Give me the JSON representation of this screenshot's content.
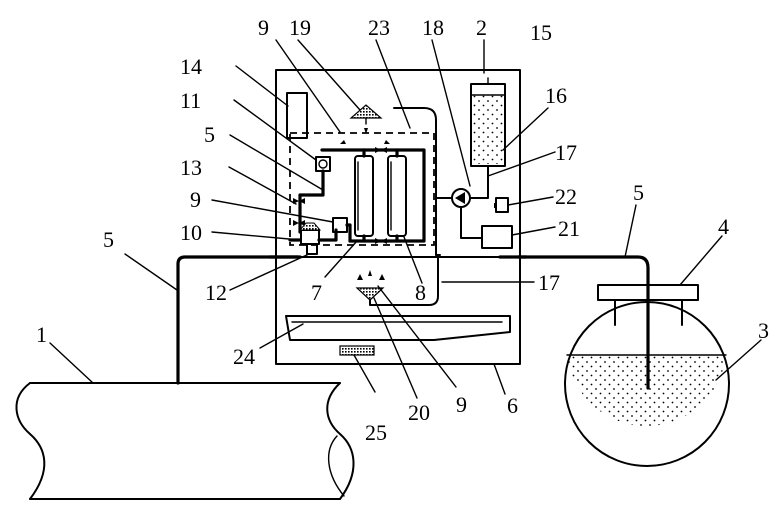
{
  "labels": {
    "l1": "1",
    "l2": "2",
    "l3": "3",
    "l4": "4",
    "l5_left": "5",
    "l5_mid": "5",
    "l5_right": "5",
    "l6": "6",
    "l7": "7",
    "l8": "8",
    "l9_top": "9",
    "l9_mid": "9",
    "l9_bottom": "9",
    "l10": "10",
    "l11": "11",
    "l12": "12",
    "l13": "13",
    "l14": "14",
    "l15": "15",
    "l16": "16",
    "l17_top": "17",
    "l17_bottom": "17",
    "l18": "18",
    "l19": "19",
    "l20": "20",
    "l21": "21",
    "l22": "22",
    "l23": "23",
    "l24": "24",
    "l25": "25"
  }
}
